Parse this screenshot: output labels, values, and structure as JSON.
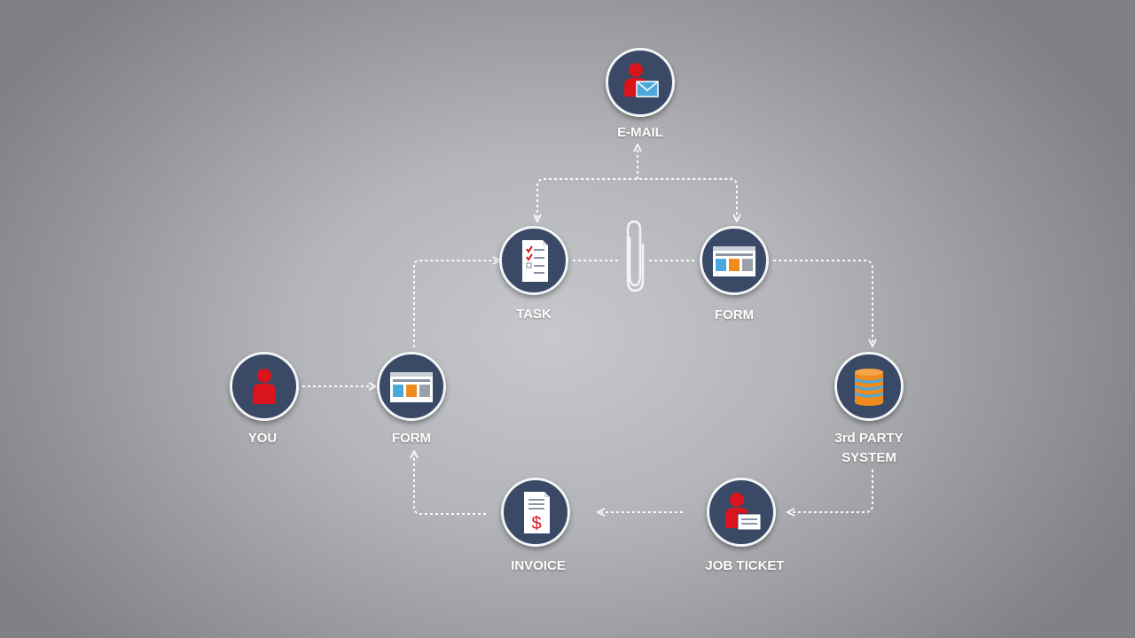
{
  "diagram": {
    "nodes": {
      "you": {
        "label": "YOU",
        "icon": "person-icon"
      },
      "form_left": {
        "label": "FORM",
        "icon": "form-window-icon"
      },
      "task": {
        "label": "TASK",
        "icon": "checklist-icon"
      },
      "form_right": {
        "label": "FORM",
        "icon": "form-window-icon"
      },
      "email": {
        "label": "E-MAIL",
        "icon": "person-envelope-icon"
      },
      "third_party": {
        "label_line1": "3rd PARTY",
        "label_line2": "SYSTEM",
        "icon": "database-icon"
      },
      "job_ticket": {
        "label": "JOB TICKET",
        "icon": "person-ticket-icon"
      },
      "invoice": {
        "label": "INVOICE",
        "icon": "invoice-dollar-icon"
      }
    },
    "center_icon": "paperclip-icon",
    "edges": [
      {
        "from": "YOU",
        "to": "FORM"
      },
      {
        "from": "FORM",
        "to": "TASK"
      },
      {
        "from": "TASK",
        "to": "FORM",
        "via": "paperclip"
      },
      {
        "from": "TASK",
        "to": "E-MAIL"
      },
      {
        "from": "FORM",
        "to": "3rd PARTY SYSTEM"
      },
      {
        "from": "3rd PARTY SYSTEM",
        "to": "JOB TICKET"
      },
      {
        "from": "JOB TICKET",
        "to": "INVOICE"
      },
      {
        "from": "INVOICE",
        "to": "FORM"
      }
    ],
    "colors": {
      "circle_fill": "#3a4a66",
      "circle_border": "#f4f5f7",
      "accent_red": "#d9141c",
      "accent_blue": "#4aa8dc",
      "accent_orange": "#ef8a1e",
      "connector": "#ffffff",
      "label_text": "#ffffff"
    }
  }
}
